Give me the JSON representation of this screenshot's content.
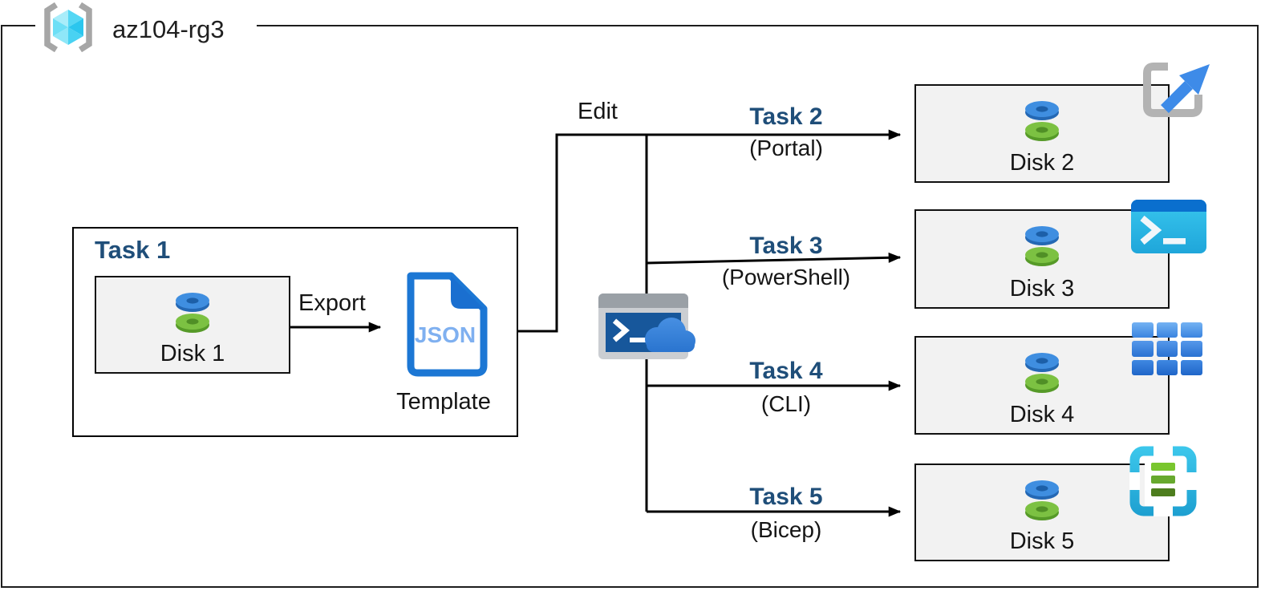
{
  "resource_group": {
    "name": "az104-rg3"
  },
  "task1": {
    "title": "Task 1",
    "disk_label": "Disk 1",
    "export_label": "Export",
    "template": {
      "badge": "JSON",
      "caption": "Template"
    }
  },
  "edit_label": "Edit",
  "cloud_shell": {
    "prompt": ">_"
  },
  "branches": [
    {
      "task": "Task 2",
      "method": "(Portal)",
      "disk": "Disk 2",
      "icon": "portal-icon"
    },
    {
      "task": "Task 3",
      "method": "(PowerShell)",
      "disk": "Disk 3",
      "icon": "powershell-icon",
      "prompt": ">_"
    },
    {
      "task": "Task 4",
      "method": "(CLI)",
      "disk": "Disk 4",
      "icon": "cli-icon"
    },
    {
      "task": "Task 5",
      "method": "(Bicep)",
      "disk": "Disk 5",
      "icon": "bicep-icon"
    }
  ],
  "colors": {
    "task_label_navy": "#1F4E79",
    "box_fill_gray": "#F2F2F2",
    "disk_blue": "#3F8EE0",
    "disk_green": "#7CC142",
    "json_doc_blue": "#1C77D4",
    "json_text_blue": "#7FB0F0",
    "cloud_blue": "#2E7CD6",
    "powershell_cyan": "#2BBCE8",
    "cli_blue": "#2A72D2",
    "bicep_cyan": "#2BB7E0",
    "rg_cube_cyan": "#4ED3F2",
    "line_black": "#000000"
  }
}
